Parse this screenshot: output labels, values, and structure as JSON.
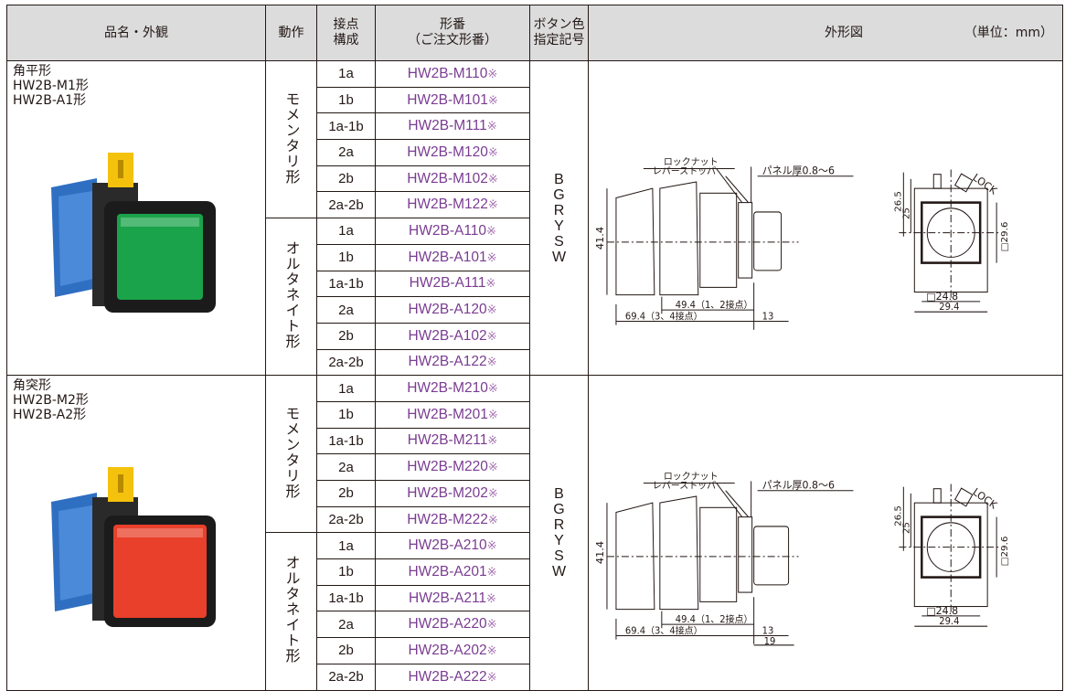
{
  "header": {
    "name": "品名・外観",
    "action": "動作",
    "contact_line1": "接点",
    "contact_line2": "構成",
    "model_line1": "形番",
    "model_line2": "（ご注文形番）",
    "color_line1": "ボタン色",
    "color_line2": "指定記号",
    "drawing": "外形図",
    "unit": "（単位：mm）"
  },
  "groups": [
    {
      "name_lines": [
        "角平形",
        "HW2B-M1形",
        "HW2B-A1形"
      ],
      "button_color": "#1aa34a",
      "colors": [
        "B",
        "G",
        "R",
        "Y",
        "S",
        "W"
      ],
      "actions": [
        {
          "label": "モメンタリ形",
          "rows": [
            {
              "contact": "1a",
              "code": "HW2B-M110"
            },
            {
              "contact": "1b",
              "code": "HW2B-M101"
            },
            {
              "contact": "1a-1b",
              "code": "HW2B-M111"
            },
            {
              "contact": "2a",
              "code": "HW2B-M120"
            },
            {
              "contact": "2b",
              "code": "HW2B-M102"
            },
            {
              "contact": "2a-2b",
              "code": "HW2B-M122"
            }
          ]
        },
        {
          "label": "オルタネイト形",
          "rows": [
            {
              "contact": "1a",
              "code": "HW2B-A110"
            },
            {
              "contact": "1b",
              "code": "HW2B-A101"
            },
            {
              "contact": "1a-1b",
              "code": "HW2B-A111"
            },
            {
              "contact": "2a",
              "code": "HW2B-A120"
            },
            {
              "contact": "2b",
              "code": "HW2B-A102"
            },
            {
              "contact": "2a-2b",
              "code": "HW2B-A122"
            }
          ]
        }
      ],
      "drawing": {
        "lock_nut": "ロックナット",
        "lever_stopper": "レバーストッパ",
        "panel": "パネル厚0.8～6",
        "h414": "41.4",
        "d494": "49.4（1、2接点）",
        "d694": "69.4（3、4接点）",
        "d13": "13",
        "d19": "",
        "lock": "LOCK",
        "d265": "26.5",
        "d25": "25",
        "d296": "□29.6",
        "d248": "□24.8",
        "d294": "29.4"
      }
    },
    {
      "name_lines": [
        "角突形",
        "HW2B-M2形",
        "HW2B-A2形"
      ],
      "button_color": "#e8402a",
      "colors": [
        "B",
        "G",
        "R",
        "Y",
        "S",
        "W"
      ],
      "actions": [
        {
          "label": "モメンタリ形",
          "rows": [
            {
              "contact": "1a",
              "code": "HW2B-M210"
            },
            {
              "contact": "1b",
              "code": "HW2B-M201"
            },
            {
              "contact": "1a-1b",
              "code": "HW2B-M211"
            },
            {
              "contact": "2a",
              "code": "HW2B-M220"
            },
            {
              "contact": "2b",
              "code": "HW2B-M202"
            },
            {
              "contact": "2a-2b",
              "code": "HW2B-M222"
            }
          ]
        },
        {
          "label": "オルタネイト形",
          "rows": [
            {
              "contact": "1a",
              "code": "HW2B-A210"
            },
            {
              "contact": "1b",
              "code": "HW2B-A201"
            },
            {
              "contact": "1a-1b",
              "code": "HW2B-A211"
            },
            {
              "contact": "2a",
              "code": "HW2B-A220"
            },
            {
              "contact": "2b",
              "code": "HW2B-A202"
            },
            {
              "contact": "2a-2b",
              "code": "HW2B-A222"
            }
          ]
        }
      ],
      "drawing": {
        "lock_nut": "ロックナット",
        "lever_stopper": "レバーストッパ",
        "panel": "パネル厚0.8～6",
        "h414": "41.4",
        "d494": "49.4（1、2接点）",
        "d694": "69.4（3、4接点）",
        "d13": "13",
        "d19": "19",
        "lock": "LOCK",
        "d265": "26.5",
        "d25": "25",
        "d296": "□29.6",
        "d248": "□24.8",
        "d294": "29.4"
      }
    }
  ],
  "order_mark": "※"
}
